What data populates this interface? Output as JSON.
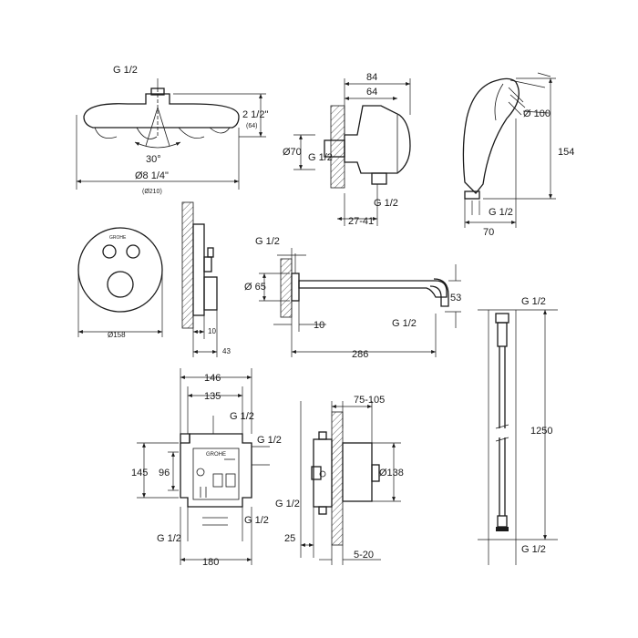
{
  "colors": {
    "line": "#1a1a1a",
    "background": "#ffffff"
  },
  "head_shower": {
    "thread": "G 1/2",
    "height": "2 1/2\"",
    "height_mm": "(64)",
    "angle": "30°",
    "diameter": "Ø8 1/4\"",
    "diameter_mm": "(Ø210)"
  },
  "wall_outlet": {
    "depth_total": "84",
    "depth": "64",
    "diameter": "Ø70",
    "thread_left": "G 1/2",
    "thread_bottom": "G 1/2",
    "range": "27-41"
  },
  "hand_shower": {
    "diameter": "Ø 100",
    "length": "154",
    "thread": "G 1/2",
    "width": "70"
  },
  "thermostat": {
    "brand_mark": "GROHE",
    "diameter": "Ø158",
    "wall_gap": "10",
    "depth": "43"
  },
  "spout": {
    "thread_top": "G 1/2",
    "rosette_diameter": "Ø 65",
    "height": "53",
    "wall_gap": "10",
    "thread_bottom": "G 1/2",
    "length": "286"
  },
  "hose": {
    "thread_top": "G 1/2",
    "length": "1250",
    "thread_bottom": "G 1/2"
  },
  "rough_in": {
    "brand_mark": "GROHE",
    "width_outer": "146",
    "width_inner": "135",
    "thread_top": "G 1/2",
    "thread_right": "G 1/2",
    "height_outer": "145",
    "height_inner": "96",
    "thread_bottom_left": "G 1/2",
    "thread_bottom_right": "G 1/2",
    "width_base": "180"
  },
  "rough_in_side": {
    "depth_range": "75-105",
    "diameter": "Ø138",
    "thread": "G 1/2",
    "offset": "25",
    "range": "5-20"
  }
}
